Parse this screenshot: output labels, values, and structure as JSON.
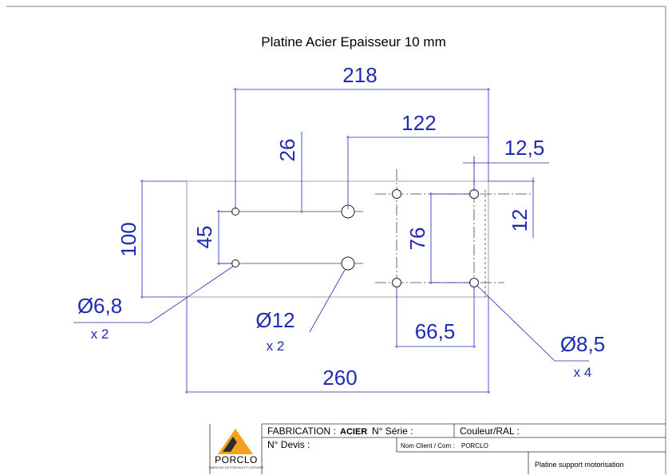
{
  "title": "Platine Acier Epaisseur 10 mm",
  "dimensions": {
    "overall_width": "260",
    "holes_span": "218",
    "hole12_span": "122",
    "right_offset": "12,5",
    "height": "100",
    "top_offset": "26",
    "small_spacing": "45",
    "right_top_offset": "12",
    "right_spacing": "76",
    "right_width": "66,5"
  },
  "callouts": {
    "hole_6_8": {
      "dia": "Ø6,8",
      "qty": "x 2"
    },
    "hole_12": {
      "dia": "Ø12",
      "qty": "x 2"
    },
    "hole_8_5": {
      "dia": "Ø8,5",
      "qty": "x 4"
    }
  },
  "title_block": {
    "fabrication_label": "FABRICATION :",
    "material": "ACIER",
    "serie_label": "N° Série :",
    "couleur_label": "Couleur/RAL :",
    "devis_label": "N° Devis :",
    "client_label": "Nom Client / Com :",
    "client_value": "PORCLO",
    "description": "Platine support motorisation",
    "logo_name": "PORCLO",
    "logo_tagline": "FABRICANT DE PORTAILS ET CLÔTURES"
  },
  "colors": {
    "dimension": "#1f2bb5",
    "outline": "#9a9a9a",
    "logo_orange": "#f4a21d",
    "logo_dark": "#2c2c2c"
  }
}
